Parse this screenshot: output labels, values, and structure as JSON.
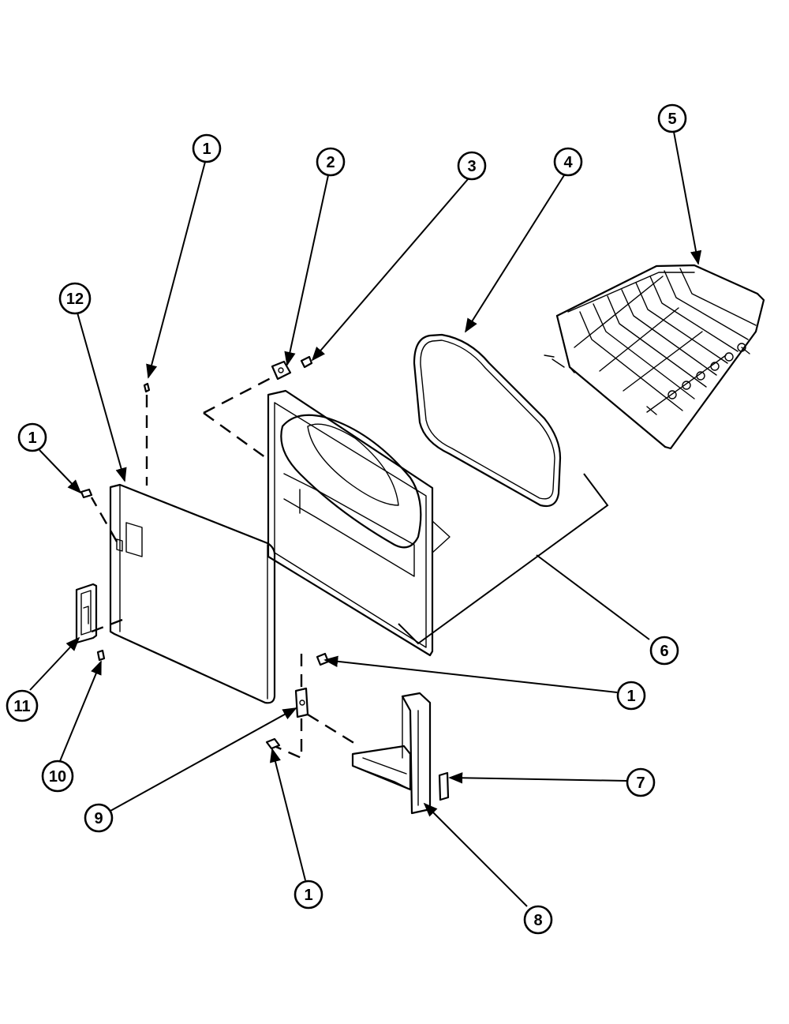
{
  "callouts": {
    "c1a": "1",
    "c2": "2",
    "c3": "3",
    "c4": "4",
    "c5": "5",
    "c12": "12",
    "c1b": "1",
    "c6": "6",
    "c1c": "1",
    "c11": "11",
    "c10": "10",
    "c9": "9",
    "c7": "7",
    "c1d": "1",
    "c8": "8"
  },
  "colors": {
    "line": "#000000",
    "background": "#ffffff"
  }
}
